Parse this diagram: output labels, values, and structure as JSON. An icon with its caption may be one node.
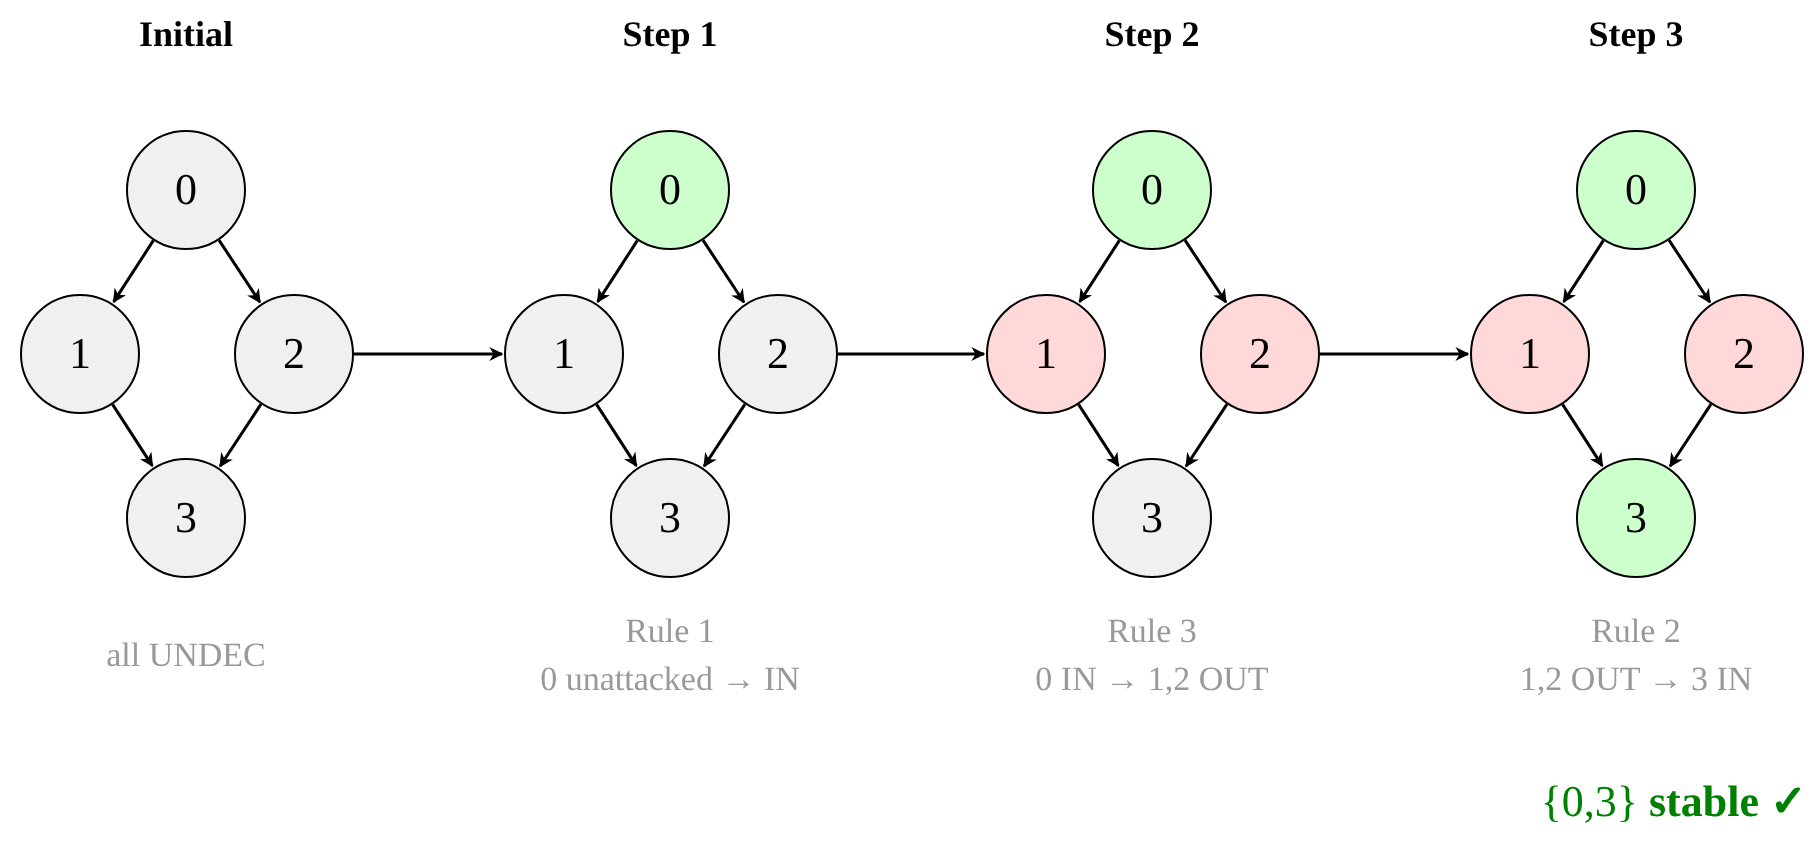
{
  "diagram": {
    "nodes": [
      {
        "text": [
          "0"
        ]
      },
      {
        "text": [
          "1"
        ]
      },
      {
        "text": [
          "2"
        ]
      },
      {
        "text": [
          "3"
        ]
      },
      {
        "text": [
          "0"
        ]
      },
      {
        "text": [
          "1"
        ]
      },
      {
        "text": [
          "2"
        ]
      },
      {
        "text": [
          "3"
        ]
      },
      {
        "text": [
          "0"
        ]
      },
      {
        "text": [
          "1"
        ]
      },
      {
        "text": [
          "2"
        ]
      },
      {
        "text": [
          "3"
        ]
      },
      {
        "text": [
          "0"
        ]
      },
      {
        "text": [
          "1"
        ]
      },
      {
        "text": [
          "2"
        ]
      },
      {
        "text": [
          "3"
        ]
      }
    ],
    "edges": [
      {
        "from": 0,
        "to": 1,
        "arrow": "to"
      },
      {
        "from": 0,
        "to": 2,
        "arrow": "to"
      },
      {
        "from": 1,
        "to": 3,
        "arrow": "to"
      },
      {
        "from": 2,
        "to": 3,
        "arrow": "to"
      },
      {
        "from": 2,
        "to": 5,
        "arrow": "to"
      },
      {
        "from": 4,
        "to": 5,
        "arrow": "to"
      },
      {
        "from": 4,
        "to": 6,
        "arrow": "to"
      },
      {
        "from": 5,
        "to": 7,
        "arrow": "to"
      },
      {
        "from": 6,
        "to": 7,
        "arrow": "to"
      },
      {
        "from": 6,
        "to": 9,
        "arrow": "to"
      },
      {
        "from": 8,
        "to": 9,
        "arrow": "to"
      },
      {
        "from": 8,
        "to": 10,
        "arrow": "to"
      },
      {
        "from": 9,
        "to": 11,
        "arrow": "to"
      },
      {
        "from": 10,
        "to": 11,
        "arrow": "to"
      },
      {
        "from": 10,
        "to": 13,
        "arrow": "to"
      },
      {
        "from": 12,
        "to": 13,
        "arrow": "to"
      },
      {
        "from": 12,
        "to": 14,
        "arrow": "to"
      },
      {
        "from": 13,
        "to": 15,
        "arrow": "to"
      },
      {
        "from": 14,
        "to": 15,
        "arrow": "to"
      }
    ],
    "labels": [
      "Initial",
      "Step 1",
      "Step 2",
      "Step 3",
      "all UNDEC",
      "Rule 1",
      "0 unattacked → IN",
      "Rule 3",
      "0 IN → 1,2 OUT",
      "Rule 2",
      "1,2 OUT → 3 IN",
      "{0,3} **stable ✓**"
    ]
  }
}
